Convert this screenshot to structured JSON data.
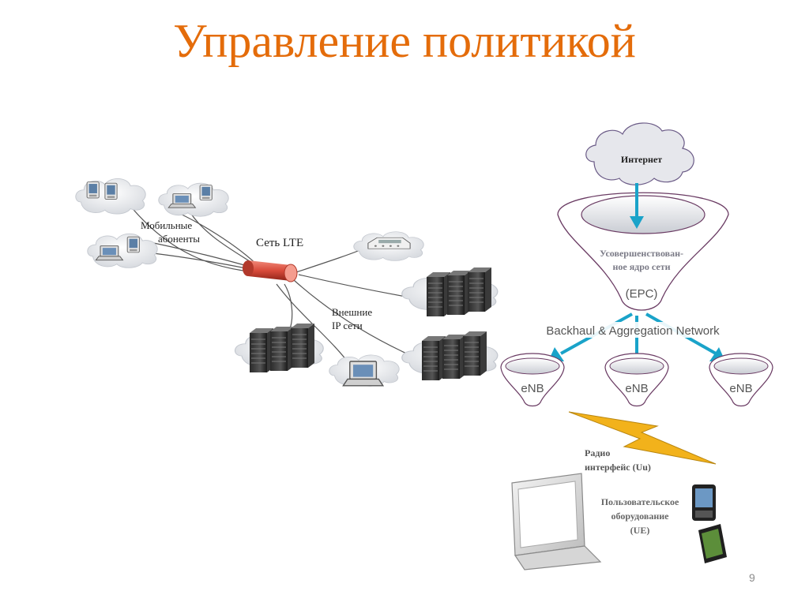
{
  "slide": {
    "title": "Управление политикой",
    "page_number": "9"
  },
  "lte_side": {
    "network_label": "Сеть LTE",
    "mobile_label_line1": "Мобильные",
    "mobile_label_line2": "абоненты",
    "external_label_line1": "Внешние",
    "external_label_line2": "IP сети"
  },
  "epc_side": {
    "internet_label": "Интернет",
    "core_line1": "Усовершенствован-",
    "core_line2": "ное ядро сети",
    "epc_label": "(EPC)",
    "backhaul_label": "Backhaul & Aggregation Network",
    "enb_labels": [
      "eNB",
      "eNB",
      "eNB"
    ],
    "radio_line1": "Радио",
    "radio_line2": "интерфейс (Uu)",
    "ue_line1": "Пользовательское",
    "ue_line2": "оборудование",
    "ue_line3": "(UE)"
  },
  "colors": {
    "title": "#e46c0a",
    "funnel_stroke": "#6a3b63",
    "arrow": "#1aa3c9",
    "cylinder": "#d84a3a",
    "lightning": "#f2b21b"
  }
}
